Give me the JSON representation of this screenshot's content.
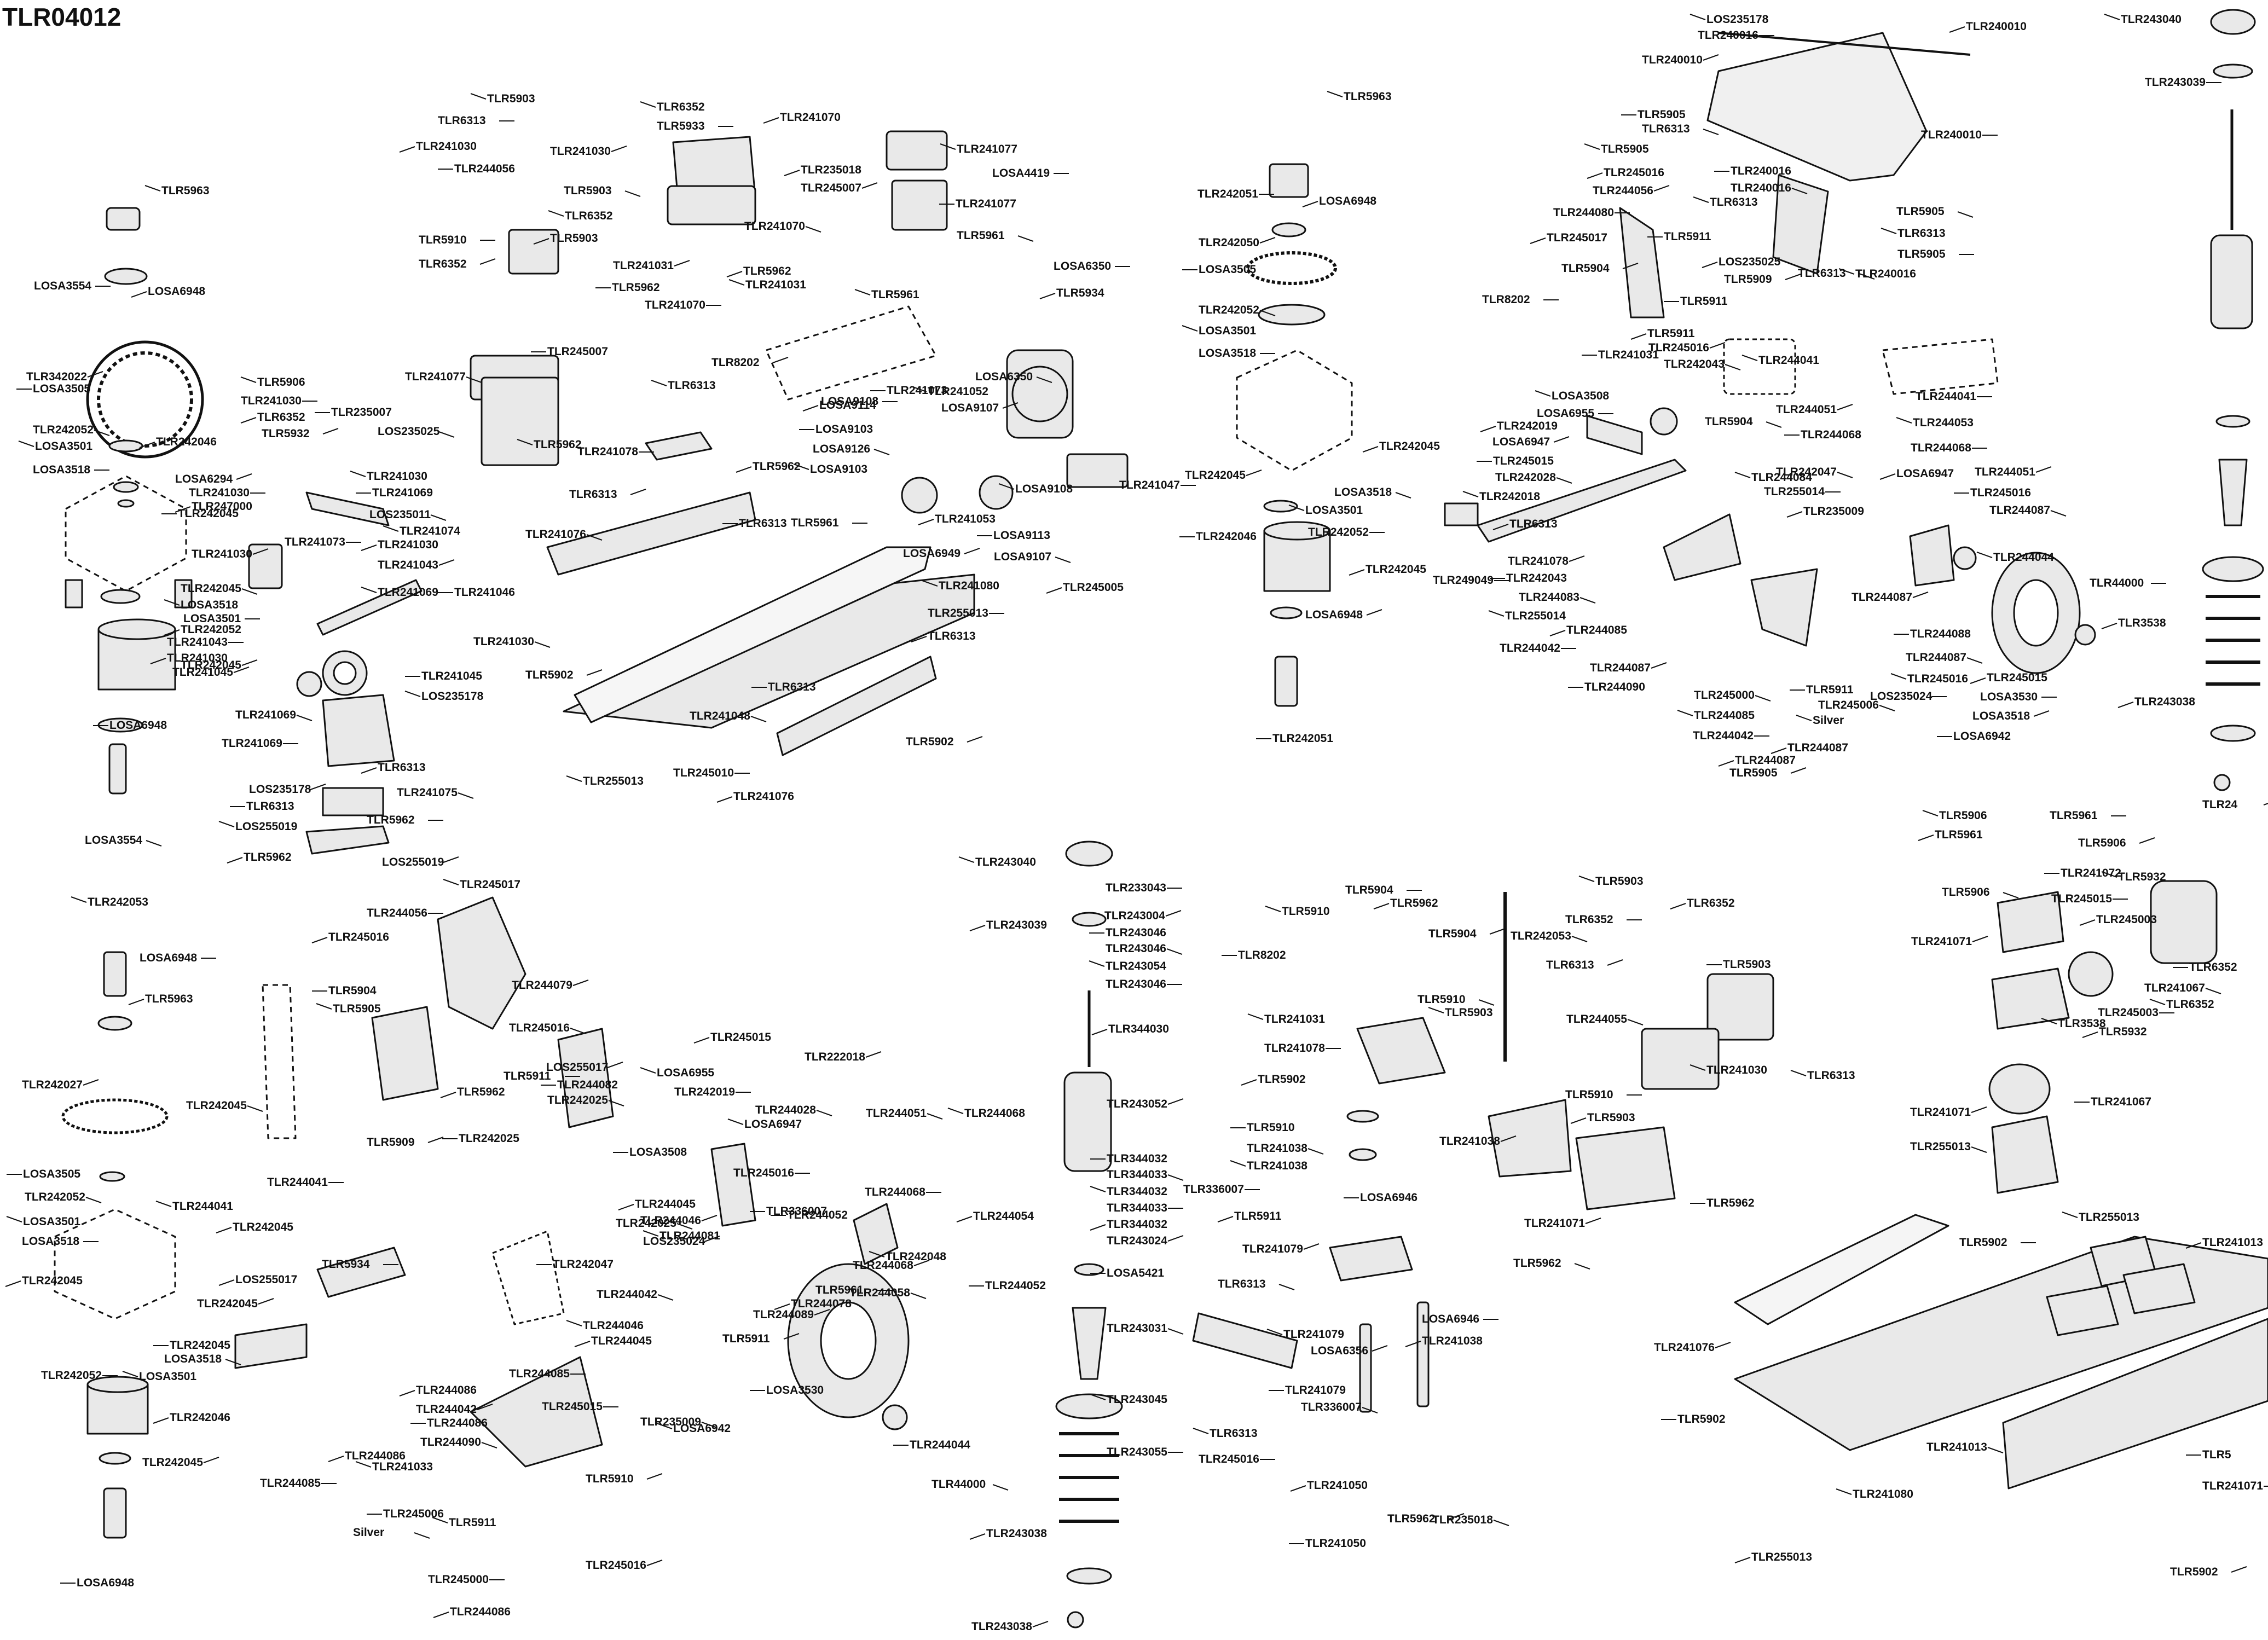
{
  "title": "TLR04012",
  "colors": {
    "ink": "#111111",
    "background": "#ffffff",
    "part_fill": "#e9e9e9"
  },
  "groups": [
    {
      "name": "front-gearbox",
      "labels": [
        "TLR5963",
        "LOSA3554",
        "LOSA6948",
        "TLR342022",
        "LOSA3505",
        "TLR242052",
        "LOSA3501",
        "LOSA3518",
        "TLR242046",
        "LOSA6294",
        "TLR242045",
        "TLR242045",
        "LOSA3518",
        "LOSA3501",
        "TLR242052",
        "TLR242045",
        "LOSA6948",
        "LOSA3554"
      ]
    },
    {
      "name": "center-bulkhead",
      "labels": [
        "TLR5906",
        "TLR241030",
        "TLR6352",
        "TLR5932",
        "TLR235007",
        "LOS235025",
        "TLR241030",
        "TLR241030",
        "TLR247000",
        "TLR241030",
        "TLR241069",
        "LOS235011",
        "TLR241074",
        "TLR241073",
        "TLR241030",
        "TLR241043",
        "TLR241046",
        "TLR241030",
        "TLR241069",
        "TLR241043",
        "TLR241030",
        "TLR241045",
        "TLR241045",
        "TLR241069",
        "LOS235178",
        "TLR241069",
        "TLR6313",
        "LOS235178",
        "TLR6313",
        "TLR241075",
        "LOS255019",
        "TLR5962",
        "TLR5962",
        "LOS255019"
      ]
    },
    {
      "name": "servo-radio-tray",
      "labels": [
        "TLR5903",
        "TLR6313",
        "TLR241030",
        "TLR241030",
        "TLR244056",
        "TLR5903",
        "TLR6352",
        "TLR5910",
        "TLR5903",
        "TLR6352",
        "TLR245007",
        "TLR241077",
        "TLR5962"
      ]
    },
    {
      "name": "receiver-box",
      "labels": [
        "TLR6352",
        "TLR5933",
        "TLR241070",
        "TLR241031",
        "TLR5962",
        "TLR241070",
        "TLR241031",
        "TLR241070",
        "TLR5962"
      ]
    },
    {
      "name": "engine-fuel",
      "labels": [
        "TLR241077",
        "LOSA4419",
        "TLR235018",
        "TLR245007",
        "TLR241077",
        "TLR5961",
        "TLR5961",
        "LOSA6350",
        "TLR5934",
        "TLR8202",
        "TLR241073",
        "LOSA6350",
        "TLR241052",
        "LOSA9108",
        "LOSA9114",
        "LOSA9107",
        "LOSA9103",
        "LOSA9126",
        "LOSA9103",
        "TLR5961",
        "TLR241053",
        "LOSA6949",
        "LOSA9113",
        "LOSA9107",
        "LOSA9108",
        "TLR241047",
        "TLR245005"
      ]
    },
    {
      "name": "nitro-chassis",
      "labels": [
        "TLR6313",
        "TLR241078",
        "TLR5962",
        "TLR6313",
        "TLR6313",
        "TLR241076",
        "TLR241080",
        "TLR255013",
        "TLR6313",
        "TLR5902",
        "TLR6313",
        "TLR241048",
        "TLR255013",
        "TLR245010",
        "TLR241076",
        "TLR5902"
      ]
    },
    {
      "name": "center-diff",
      "labels": [
        "TLR5963",
        "TLR242051",
        "LOSA6948",
        "TLR242050",
        "LOSA3505",
        "TLR242052",
        "LOSA3501",
        "LOSA3518",
        "TLR242045",
        "TLR242045",
        "TLR242046",
        "LOSA3518",
        "LOSA3501",
        "TLR242052",
        "TLR242045",
        "LOSA6948",
        "TLR242051"
      ]
    },
    {
      "name": "rear-wing",
      "labels": [
        "LOS235178",
        "TLR240016",
        "TLR240010",
        "TLR240010",
        "TLR5905",
        "TLR6313",
        "TLR5905",
        "TLR240010",
        "TLR245016",
        "TLR244056",
        "TLR240016",
        "TLR240016",
        "TLR6313",
        "TLR244080",
        "TLR245017",
        "TLR5904",
        "TLR5911",
        "TLR5905",
        "TLR6313",
        "TLR5905",
        "LOS235025",
        "TLR5909",
        "TLR5911",
        "TLR6313",
        "TLR240016",
        "TLR8202",
        "TLR5911",
        "TLR245016",
        "TLR241031",
        "TLR242043",
        "TLR244041",
        "TLR244041"
      ]
    },
    {
      "name": "rear-suspension",
      "labels": [
        "LOSA3508",
        "LOSA6955",
        "TLR242019",
        "LOSA6947",
        "TLR245015",
        "TLR242028",
        "TLR242018",
        "TLR249049",
        "TLR6313",
        "TLR241078",
        "TLR242043",
        "TLR244083",
        "TLR255014",
        "TLR244042",
        "TLR244085",
        "TLR244087",
        "TLR244090",
        "TLR5904",
        "TLR244084",
        "TLR255014",
        "TLR235009",
        "TLR244051",
        "TLR244068",
        "TLR242047",
        "TLR244053",
        "TLR244068",
        "LOSA6947",
        "TLR244051",
        "TLR245016",
        "TLR244087",
        "TLR244044",
        "TLR44000",
        "TLR3538",
        "TLR244087",
        "TLR244088",
        "TLR244087",
        "TLR245016",
        "LOSA3530",
        "TLR245015",
        "LOSA3518",
        "LOSA6942",
        "TLR245000",
        "TLR244085",
        "TLR244042",
        "TLR244087",
        "TLR5905",
        "TLR5911",
        "TLR245006",
        "Silver",
        "LOS235024",
        "TLR244087"
      ]
    },
    {
      "name": "rear-shock",
      "labels": [
        "TLR243040",
        "TLR243039",
        "TLR243038",
        "TLR24"
      ]
    },
    {
      "name": "front-gearbox-ebuggy",
      "labels": [
        "TLR242053",
        "LOSA6948",
        "TLR5963",
        "TLR242027",
        "LOSA3505",
        "TLR242052",
        "LOSA3501",
        "LOSA3518",
        "TLR242045",
        "TLR242045",
        "TLR242045",
        "LOSA3518",
        "LOSA3501",
        "TLR242052",
        "TLR242046",
        "TLR242045",
        "LOSA6948",
        "TLR242053"
      ]
    },
    {
      "name": "front-suspension",
      "labels": [
        "TLR245017",
        "TLR244056",
        "TLR245016",
        "TLR244079",
        "TLR5904",
        "TLR245016",
        "TLR5905",
        "TLR5911",
        "TLR5962",
        "TLR5909",
        "TLR242025",
        "TLR242045",
        "TLR244041",
        "TLR244041",
        "TLR242045",
        "LOS255017",
        "TLR244082",
        "TLR242025",
        "LOSA6955",
        "TLR242019",
        "TLR245015",
        "TLR222018",
        "LOSA3508",
        "TLR244028",
        "LOSA6947",
        "TLR245016",
        "TLR244045",
        "TLR244046",
        "TLR336007",
        "TLR242025",
        "TLR244081",
        "TLR5934",
        "LOS255017",
        "LOS235024",
        "TLR242047",
        "TLR244042",
        "TLR244046",
        "TLR5961",
        "TLR244078",
        "TLR244089",
        "TLR244052",
        "TLR244051",
        "TLR244068",
        "TLR244068",
        "TLR244054",
        "TLR244068",
        "TLR244052",
        "TLR244058",
        "TLR242048",
        "TLR244085",
        "TLR244045",
        "TLR5911",
        "LOSA3530",
        "TLR235009",
        "LOSA6942",
        "TLR245015",
        "TLR244086",
        "TLR244042",
        "TLR244086",
        "TLR244090",
        "TLR241033",
        "TLR244085",
        "TLR244086",
        "TLR5910",
        "TLR245006",
        "Silver",
        "TLR5911",
        "TLR245000",
        "TLR244086",
        "TLR245016",
        "TLR244044",
        "TLR44000",
        "TLR3538"
      ]
    },
    {
      "name": "front-shock",
      "labels": [
        "TLR243040",
        "TLR233043",
        "TLR243039",
        "TLR243004",
        "TLR243046",
        "TLR243046",
        "TLR243054",
        "TLR243046",
        "TLR344030",
        "TLR243052",
        "TLR344032",
        "TLR344033",
        "TLR344032",
        "TLR344033",
        "TLR344032",
        "TLR243024",
        "LOSA5421",
        "TLR243031",
        "TLR243045",
        "TLR243055",
        "TLR243038",
        "TLR243038"
      ]
    },
    {
      "name": "ebuggy-center",
      "labels": [
        "TLR5910",
        "TLR5904",
        "TLR5962",
        "TLR5904",
        "TLR8202",
        "TLR5910",
        "TLR241031",
        "TLR241078",
        "TLR5902",
        "TLR241038",
        "TLR5910",
        "TLR241038",
        "TLR241038",
        "TLR336007",
        "TLR5911",
        "TLR241079",
        "LOSA6946",
        "TLR6313",
        "TLR241079",
        "LOSA6946",
        "TLR241038",
        "LOSA6356",
        "TLR241079",
        "TLR336007",
        "TLR6313",
        "TLR245016",
        "TLR241050",
        "TLR5962",
        "TLR241050",
        "TLR235018",
        "TLR5903"
      ]
    },
    {
      "name": "ebuggy-electronics",
      "labels": [
        "TLR5903",
        "TLR6352",
        "TLR6352",
        "TLR6313",
        "TLR5903",
        "TLR244055",
        "TLR241030",
        "TLR5910",
        "TLR5903",
        "TLR241071",
        "TLR5962",
        "TLR5962"
      ]
    },
    {
      "name": "ebuggy-motor",
      "labels": [
        "TLR5906",
        "TLR5961",
        "TLR5961",
        "TLR5906",
        "TLR241072",
        "TLR5906",
        "TLR5932",
        "TLR245015",
        "TLR245003",
        "TLR241071",
        "TLR6352",
        "TLR241067",
        "TLR6352",
        "TLR245003",
        "TLR5932",
        "TLR241071",
        "TLR241067",
        "TLR255013",
        "TLR255013"
      ]
    },
    {
      "name": "ebuggy-chassis",
      "labels": [
        "TLR6313",
        "TLR5902",
        "TLR241013",
        "TLR241076",
        "TLR5902",
        "TLR241013",
        "TLR241080",
        "TLR241071",
        "TLR255013",
        "TLR5902",
        "TLR5"
      ]
    }
  ]
}
